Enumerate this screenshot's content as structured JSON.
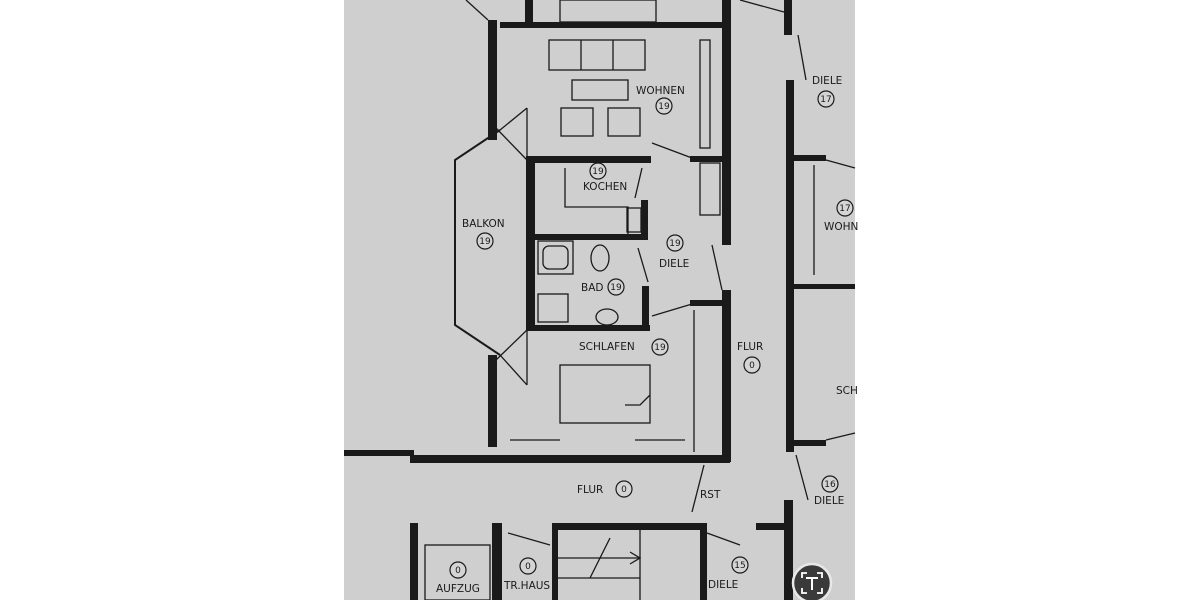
{
  "floor_plan": {
    "rooms": {
      "wohnen_top": {
        "label": "WOHNEN",
        "num": "19"
      },
      "kochen": {
        "label": "KOCHEN",
        "num": "19"
      },
      "balkon": {
        "label": "BALKON",
        "num": "19"
      },
      "diele_center": {
        "label": "DIELE",
        "num": "19"
      },
      "bad": {
        "label": "BAD",
        "num": "19"
      },
      "schlafen": {
        "label": "SCHLAFEN",
        "num": "19"
      },
      "flur_right": {
        "label": "FLUR",
        "num": "0"
      },
      "flur_bottom": {
        "label": "FLUR",
        "num": "0"
      },
      "rst": {
        "label": "RST"
      },
      "diele_17": {
        "label": "DIELE",
        "num": "17"
      },
      "wohnen_17": {
        "label": "WOHN",
        "num": "17"
      },
      "schlafen_right": {
        "label": "SCH"
      },
      "diele_16": {
        "label": "DIELE",
        "num": "16"
      },
      "aufzug": {
        "label": "AUFZUG",
        "num": "0"
      },
      "trhaus": {
        "label": "TR.HAUS",
        "num": "0"
      },
      "diele_15": {
        "label": "DIELE",
        "num": "15"
      }
    }
  },
  "overlay": {
    "lens_button_icon": "text-recognition-icon"
  },
  "colors": {
    "paper": "#cfcfcf",
    "ink": "#1a1a1a",
    "page": "#ffffff"
  }
}
